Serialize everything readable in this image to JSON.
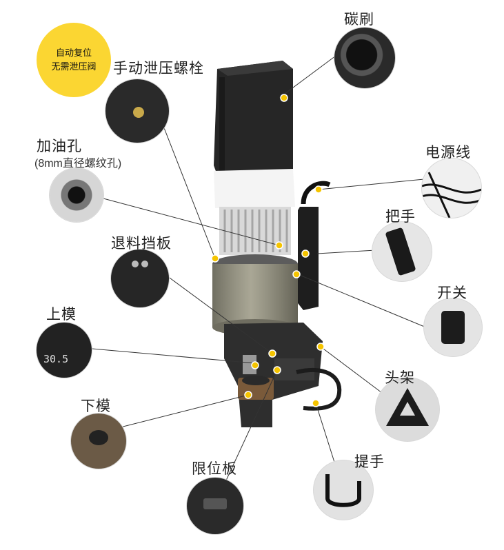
{
  "badge": {
    "line1": "自动复位",
    "line2": "无需泄压阀"
  },
  "labels": {
    "carbon_brush": "碳刷",
    "manual_bolt": "手动泄压螺栓",
    "oil_hole": "加油孔",
    "oil_hole_note": "(8mm直径螺纹孔)",
    "power_cord": "电源线",
    "handle": "把手",
    "stripper_plate": "退料挡板",
    "switch": "开关",
    "upper_die": "上模",
    "die_size": "30.5",
    "head_frame": "头架",
    "lower_die": "下模",
    "carry_handle": "提手",
    "limit_plate": "限位板"
  },
  "colors": {
    "badge": "#fbd632",
    "marker": "#f5c400",
    "line": "#333333"
  }
}
